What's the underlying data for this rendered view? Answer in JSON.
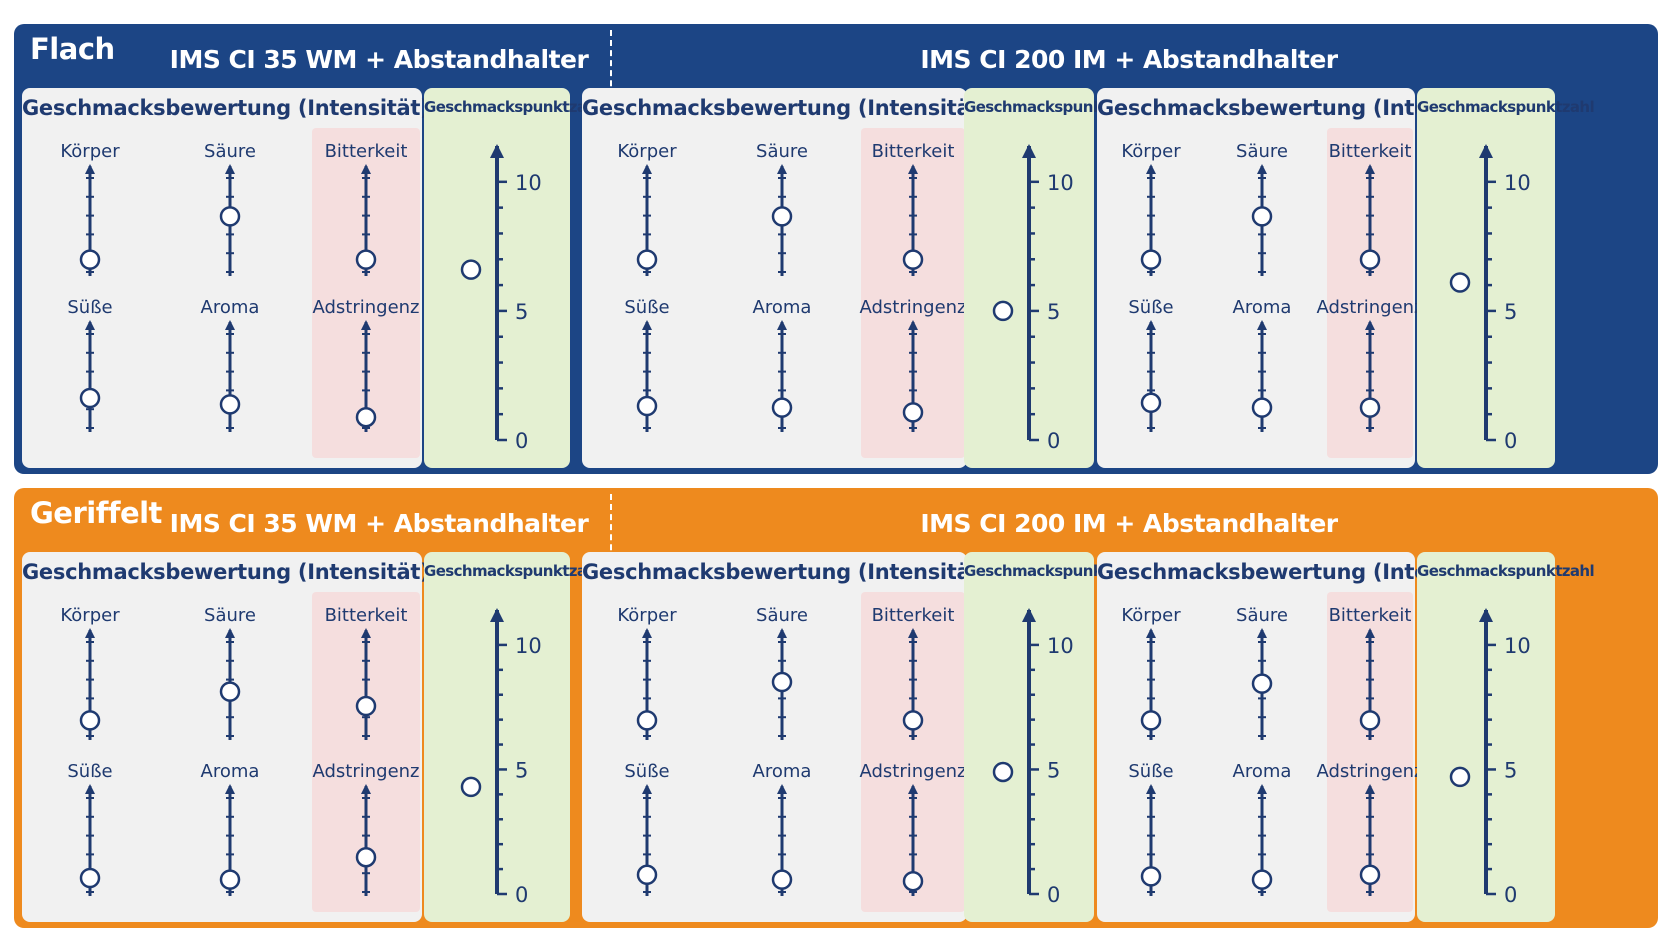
{
  "colors": {
    "flach_band": "#1c4585",
    "geriffelt_band": "#ee8a1e",
    "axis": "#1f3a70",
    "panel": "#f1f1f1",
    "bitter_highlight": "#f5dede",
    "score_panel": "#e4f0d2"
  },
  "labels": {
    "panel_title": "Geschmacksbewertung (Intensität)",
    "score_title": "Geschmackspunktzahl",
    "attributes": [
      "Körper",
      "Säure",
      "Bitterkeit",
      "Süße",
      "Aroma",
      "Adstringenz"
    ],
    "score_ticks": [
      "10",
      "5",
      "0"
    ]
  },
  "chart_data": {
    "type": "dot-scale-panels",
    "attribute_scale": [
      0,
      5
    ],
    "score_scale": [
      0,
      11
    ],
    "score_ticks": [
      0,
      5,
      10
    ],
    "rows": [
      {
        "label": "Flach",
        "groups": [
          {
            "title": "IMS CI 35 WM + Abstandhalter",
            "panels": 1
          },
          {
            "title": "IMS CI 200 IM + Abstandhalter",
            "panels": 2
          }
        ],
        "panels": [
          {
            "intensity": {
              "Körper": 0.4,
              "Säure": 3.1,
              "Bitterkeit": 0.4,
              "Süße": 1.5,
              "Aroma": 1.1,
              "Adstringenz": 0.3
            },
            "score": 6.6
          },
          {
            "intensity": {
              "Körper": 0.4,
              "Säure": 3.1,
              "Bitterkeit": 0.4,
              "Süße": 1.0,
              "Aroma": 0.9,
              "Adstringenz": 0.6
            },
            "score": 5.0
          },
          {
            "intensity": {
              "Körper": 0.4,
              "Säure": 3.1,
              "Bitterkeit": 0.4,
              "Süße": 1.2,
              "Aroma": 0.9,
              "Adstringenz": 0.9
            },
            "score": 6.1
          }
        ]
      },
      {
        "label": "Geriffelt",
        "groups": [
          {
            "title": "IMS CI 35 WM + Abstandhalter",
            "panels": 1
          },
          {
            "title": "IMS CI 200 IM + Abstandhalter",
            "panels": 2
          }
        ],
        "panels": [
          {
            "intensity": {
              "Körper": 0.6,
              "Säure": 2.4,
              "Bitterkeit": 1.5,
              "Süße": 0.5,
              "Aroma": 0.4,
              "Adstringenz": 1.8
            },
            "score": 4.3
          },
          {
            "intensity": {
              "Körper": 0.6,
              "Säure": 3.0,
              "Bitterkeit": 0.6,
              "Süße": 0.7,
              "Aroma": 0.4,
              "Adstringenz": 0.3
            },
            "score": 4.9
          },
          {
            "intensity": {
              "Körper": 0.6,
              "Säure": 2.9,
              "Bitterkeit": 0.6,
              "Süße": 0.6,
              "Aroma": 0.4,
              "Adstringenz": 0.7
            },
            "score": 4.7
          }
        ]
      }
    ]
  }
}
